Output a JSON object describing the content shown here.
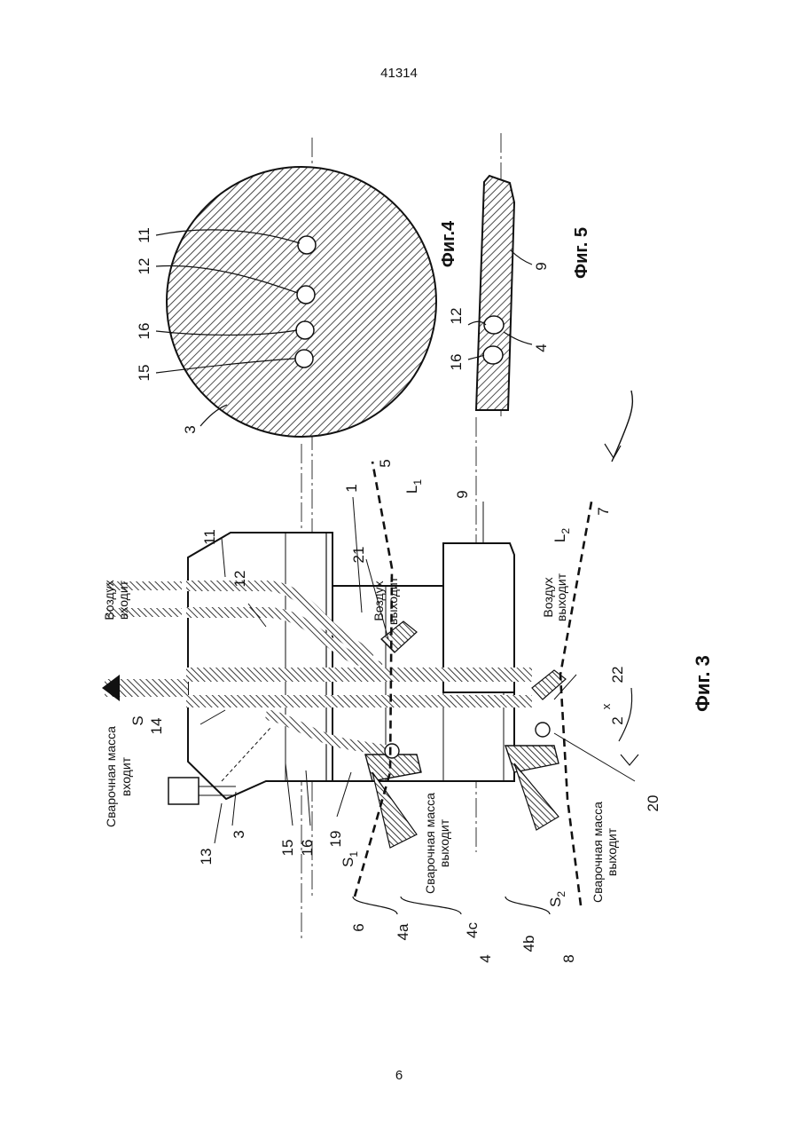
{
  "document": {
    "number": "41314",
    "page": "6"
  },
  "figures": {
    "fig3": {
      "caption": "Фиг. 3",
      "labels": {
        "weld_in_line1": "Сварочная масса",
        "weld_in_line2": "входит",
        "air_in_line1": "Воздух",
        "air_in_line2": "входит",
        "air_out1_line1": "Воздух",
        "air_out1_line2": "выходит",
        "air_out2_line1": "Воздух",
        "air_out2_line2": "выходит",
        "weld_out1_line1": "Сварочная масса",
        "weld_out1_line2": "выходит",
        "weld_out2_line1": "Сварочная масса",
        "weld_out2_line2": "выходит"
      },
      "refs": {
        "r1": "1",
        "r2": "2",
        "r3": "3",
        "r4": "4",
        "r4a": "4a",
        "r4b": "4b",
        "r4c": "4c",
        "r5": "5",
        "r6": "6",
        "r7": "7",
        "r8": "8",
        "r9": "9",
        "r11": "11",
        "r12": "12",
        "r13": "13",
        "r14": "14",
        "r15": "15",
        "r16": "16",
        "r19": "19",
        "r20": "20",
        "r21": "21",
        "r22": "22",
        "rS": "S",
        "rS1": "S",
        "rS1sub": "1",
        "rS2": "S",
        "rS2sub": "2",
        "rL1": "L",
        "rL1sub": "1",
        "rL2": "L",
        "rL2sub": "2",
        "rx": "x"
      }
    },
    "fig4": {
      "caption": "Фиг.4",
      "refs": {
        "r3": "3",
        "r11": "11",
        "r12": "12",
        "r15": "15",
        "r16": "16"
      }
    },
    "fig5": {
      "caption": "Фиг. 5",
      "refs": {
        "r4": "4",
        "r9": "9",
        "r12": "12",
        "r16": "16"
      }
    }
  }
}
